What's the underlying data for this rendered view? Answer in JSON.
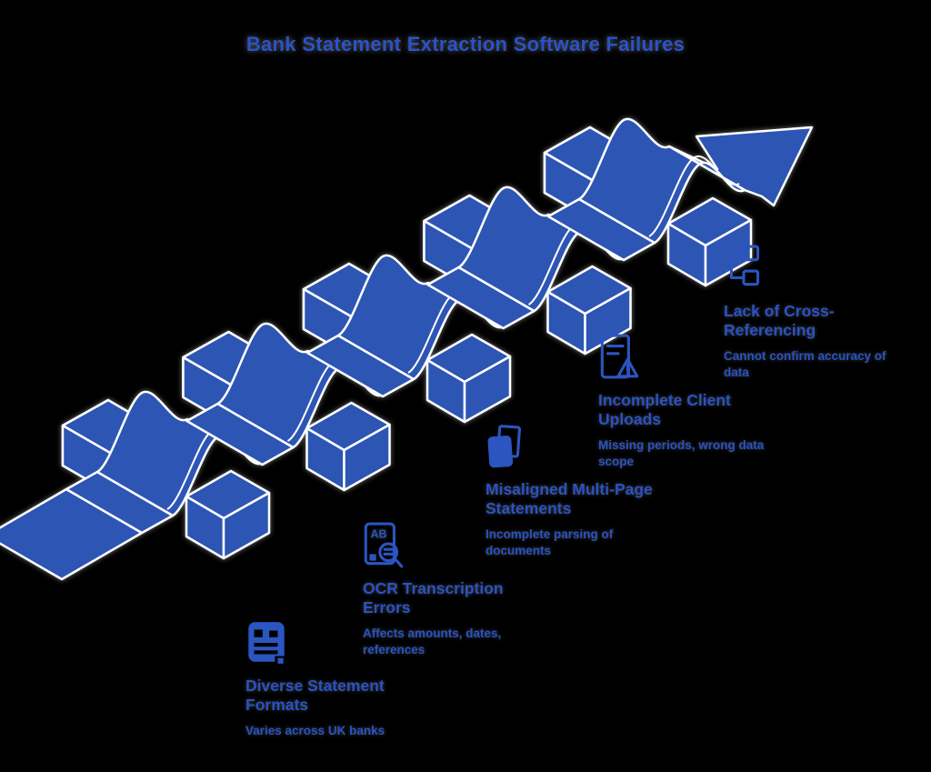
{
  "title": "Bank Statement Extraction Software Failures",
  "colors": {
    "primary_blue": "#2d55b4",
    "text_blue": "#2a52c4",
    "outline": "#ffffff",
    "background": "#000000"
  },
  "diagram": {
    "type": "isometric-ribbon-arrow",
    "direction": "up-right",
    "stages": 5,
    "description": "Ascending ribbon weaving over five crossbars, ending in an arrow"
  },
  "items": [
    {
      "label": "Diverse Statement Formats",
      "description": "Varies across UK banks",
      "icon": "statement-document-icon"
    },
    {
      "label": "OCR Transcription Errors",
      "description": "Affects amounts, dates, references",
      "icon": "ocr-scan-icon"
    },
    {
      "label": "Misaligned Multi-Page Statements",
      "description": "Incomplete parsing of documents",
      "icon": "multi-page-icon"
    },
    {
      "label": "Incomplete Client Uploads",
      "description": "Missing periods, wrong data scope",
      "icon": "document-warning-icon"
    },
    {
      "label": "Lack of Cross-Referencing",
      "description": "Cannot confirm accuracy of data",
      "icon": "cross-reference-icon"
    }
  ]
}
